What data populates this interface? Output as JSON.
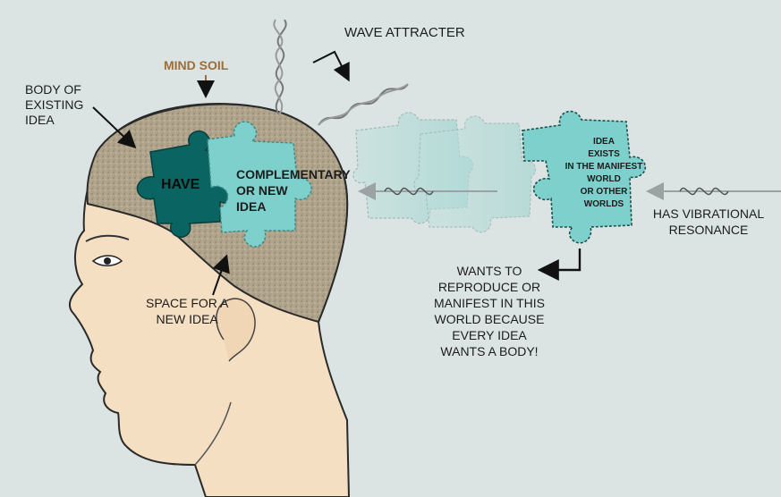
{
  "labels": {
    "mind_soil": "MIND SOIL",
    "body_existing": [
      "BODY OF",
      "EXISTING",
      "IDEA"
    ],
    "wave_attracter": "WAVE ATTRACTER",
    "have": "HAVE",
    "complementary": [
      "COMPLEMENTARY",
      "OR NEW",
      "IDEA"
    ],
    "space_new_idea": [
      "SPACE FOR A",
      "NEW IDEA"
    ],
    "idea_exists": [
      "IDEA",
      "EXISTS",
      "IN THE MANIFEST",
      "WORLD",
      "OR OTHER",
      "WORLDS"
    ],
    "vibrational": [
      "HAS VIBRATIONAL",
      "RESONANCE"
    ],
    "wants_reproduce": [
      "WANTS TO",
      "REPRODUCE OR",
      "MANIFEST IN THIS",
      "WORLD BECAUSE",
      "EVERY IDEA",
      "WANTS A BODY!"
    ]
  },
  "colors": {
    "background": "#dbe4e3",
    "skin": "#f5dfc2",
    "soil": "#b0a48c",
    "dark_piece": "#0a6462",
    "light_piece": "#7ed0cc",
    "faded_piece": "#bfdcda",
    "mind_soil_text": "#9a6e3c"
  }
}
